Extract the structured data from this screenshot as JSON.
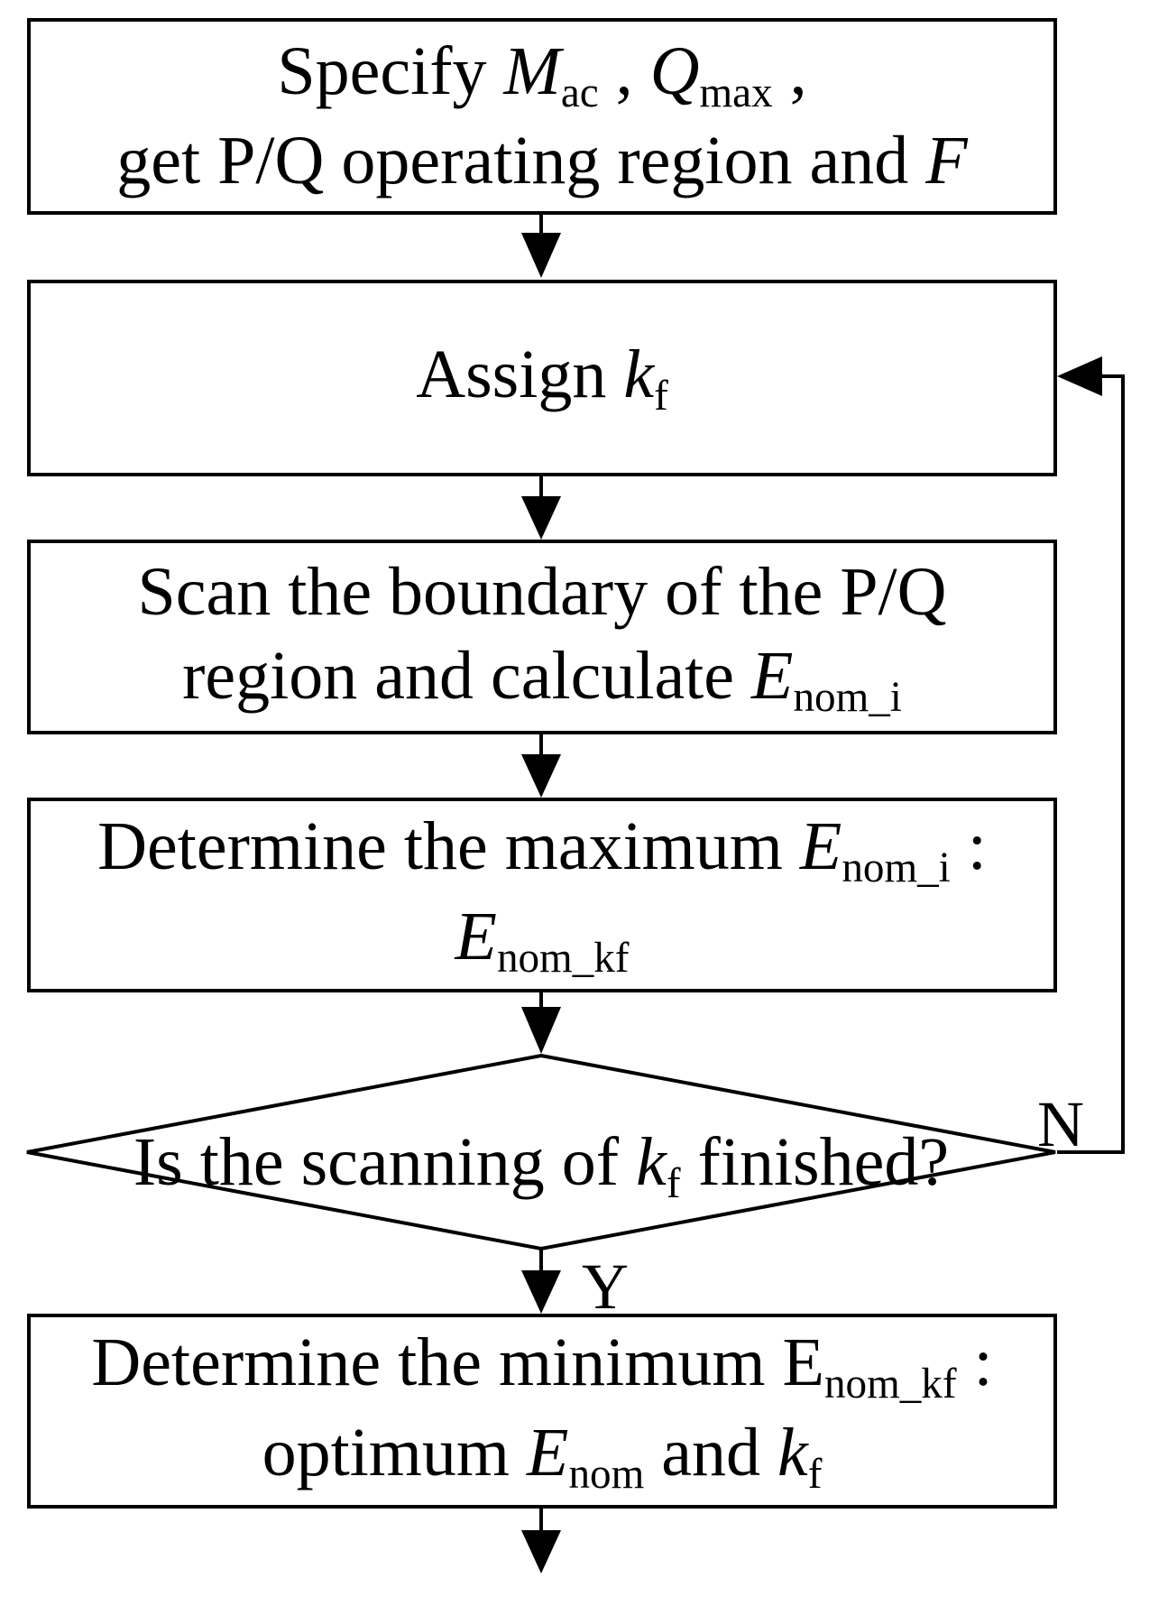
{
  "steps": {
    "step1": {
      "l1_a": "Specify ",
      "l1_m": "M",
      "l1_ac": "ac",
      "l1_b": " , ",
      "l1_q": "Q",
      "l1_max": "max",
      "l1_c": " ,",
      "l2_a": "get P/Q operating region and ",
      "l2_f": "F"
    },
    "step2": {
      "a": "Assign ",
      "k": "k",
      "f": "f"
    },
    "step3": {
      "l1": "Scan the boundary of the P/Q",
      "l2_a": "region and calculate ",
      "l2_e": "E",
      "l2_sub": "nom_i"
    },
    "step4": {
      "l1_a": "Determine the maximum ",
      "l1_e": "E",
      "l1_sub": "nom_i",
      "l1_c": " :",
      "l2_e": "E",
      "l2_sub": "nom_kf"
    },
    "decision": {
      "a": "Is the scanning of ",
      "k": "k",
      "f": "f",
      "b": " finished?"
    },
    "step5": {
      "l1_a": "Determine the minimum E",
      "l1_sub": "nom_kf",
      "l1_c": " :",
      "l2_a": "optimum ",
      "l2_e": "E",
      "l2_sub": "nom",
      "l2_b": " and ",
      "l2_k": "k",
      "l2_f": "f"
    }
  },
  "labels": {
    "no": "N",
    "yes": "Y"
  }
}
